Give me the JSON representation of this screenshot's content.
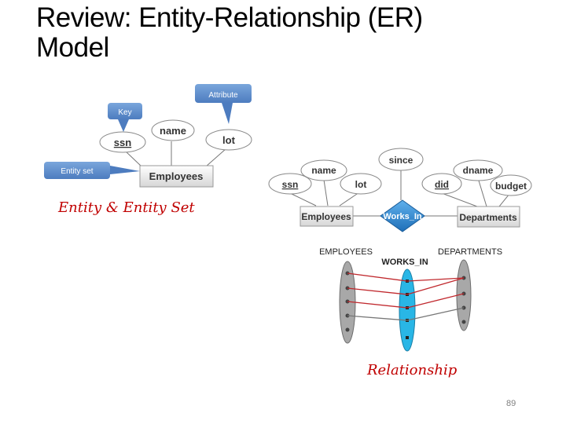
{
  "title": {
    "line1": "Review:  Entity-Relationship (ER)",
    "line2": "Model"
  },
  "entity_diagram": {
    "callout_attribute": "Attribute",
    "callout_key": "Key",
    "callout_entity_set": "Entity set",
    "attr_name": "name",
    "attr_ssn": "ssn",
    "attr_lot": "lot",
    "entity": "Employees",
    "caption": "Entity & Entity Set"
  },
  "relationship_diagram": {
    "attr_ssn": "ssn",
    "attr_name": "name",
    "attr_lot": "lot",
    "attr_since": "since",
    "attr_did": "did",
    "attr_dname": "dname",
    "attr_budget": "budget",
    "entity_left": "Employees",
    "relationship": "Works_In",
    "entity_right": "Departments"
  },
  "instance_diagram": {
    "label_employees": "EMPLOYEES",
    "label_works_in": "WORKS_IN",
    "label_departments": "DEPARTMENTS",
    "caption": "Relationship"
  },
  "page_number": "89",
  "colors": {
    "callout": "#5b8bc6",
    "relationship_fill": "#3a8fd1",
    "instance_blue": "#29b6e6",
    "instance_gray": "#a8a8a8",
    "caption_red": "#c00000",
    "link_red": "#c0282d"
  }
}
